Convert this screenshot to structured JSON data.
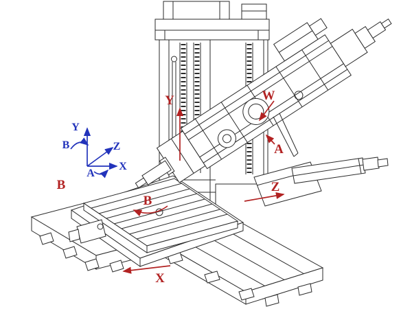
{
  "diagram": {
    "colors": {
      "background": "#ffffff",
      "outline": "#2a2a2a",
      "annotation_red": "#b22222",
      "annotation_blue": "#2233bb"
    },
    "red_labels": {
      "y_axis": "Y",
      "w_axis": "W",
      "a_axis": "A",
      "b_axis": "B",
      "b_table": "B",
      "z_axis": "Z",
      "x_axis": "X"
    },
    "blue_labels": {
      "y_axis": "Y",
      "b_rotation": "B",
      "z_axis": "Z",
      "a_rotation": "A",
      "x_axis": "X"
    }
  }
}
